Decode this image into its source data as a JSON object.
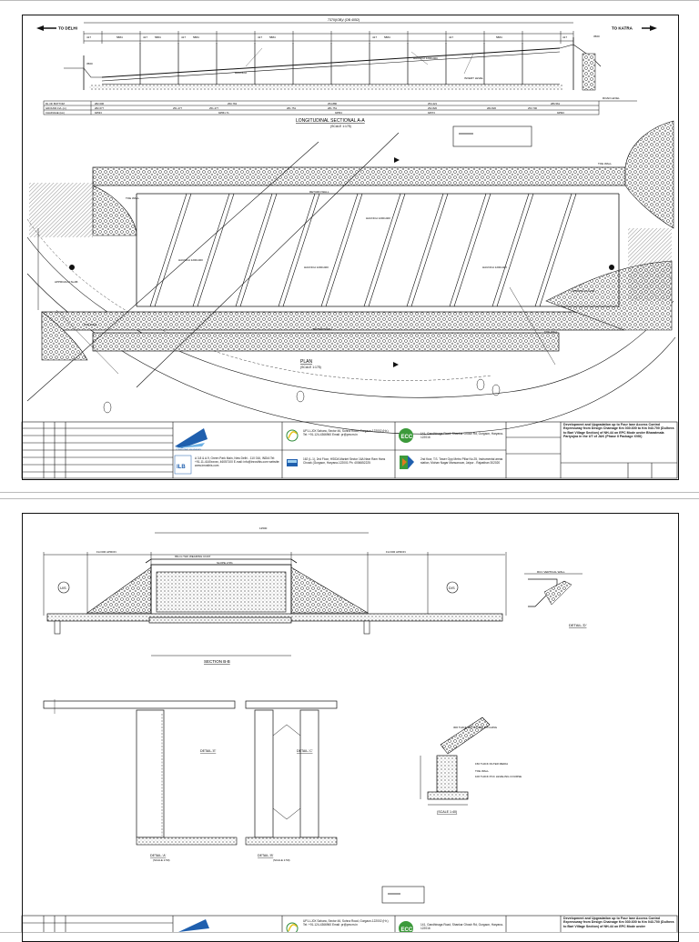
{
  "sheet1": {
    "top_dimension": "7370(IOB)/ (OB 4052)",
    "dir_left": "TO DELHI",
    "dir_right": "TO KATRA",
    "span_labels": [
      "417",
      "5884",
      "417",
      "5884",
      "417",
      "5884",
      "417",
      "5884",
      "417",
      "5884",
      "417",
      "5884",
      "417"
    ],
    "profile_labels": {
      "rl_label": "RL OF BOTTOM",
      "ground_label": "GROUND LVL (m)",
      "chainage_label": "CHAINAGE (km)",
      "rl_values": [
        "282.006",
        "250.763",
        "254.880",
        "254.421",
        "286.561"
      ],
      "ground_values": [
        "282.677",
        "251.477",
        "251.477",
        "281.751",
        "281.751",
        "252.820",
        "282.820",
        "253.700"
      ],
      "chainage_values": [
        "94533",
        "94551.71",
        "94554",
        "94573",
        "94593"
      ]
    },
    "section_title": "LONGITUDINAL SECTIONAL A-A",
    "section_scale": "(SCALE 1:175)",
    "plan_title": "PLAN",
    "plan_scale": "(SCALE 1:175)",
    "plan_labels": {
      "toe_wall": "TOE WALL",
      "approach_slab": "APPROACH SLAB",
      "return_wall": "RETURN WALL",
      "haunch": "HAUNCH 1200x400"
    }
  },
  "sheet2": {
    "top_dim": "12500",
    "section_title": "SECTION B-B",
    "detail_labels": [
      "DETAIL-'D'",
      "DETAIL-'A'",
      "DETAIL-'B'",
      "DETAIL-'C'",
      "DETAIL-'E'"
    ],
    "detail_scale": "(SCALE 1:50)",
    "ds": "D/S",
    "us": "U/S",
    "floor_apron": "FLOOR APRON",
    "wearing_coat": "65mm THK WEARING COAT",
    "slope": "SLOPE 2.5%",
    "rcc_label": "RCC VERTICAL WALL",
    "scale_140": "(SCALE 1:40)",
    "stone_pitching": "300 THICK DRY STONE PITCHING",
    "filter_media": "150 THICK FILTER MEDIA",
    "toe_wall_2": "TOE WALL",
    "pcc_course": "100 THICK PCC LEVELING COURSE"
  },
  "title_block": {
    "company1_address": "UP1-LJ0X Sahara, Sector 46, Sohna Road, Gurgaon-122002 (Hr.) Tel: +91-124-4366960 Email: pr@pmcm.in",
    "company1_address_b": "162 (L-1), 2nd Floor, HSIDA Market Sector 16A Near Ram Hans Chowk (Gurgaon, Haryana-122001 Ph: 4006652225",
    "ecc_address": "141, Gandhinaga Road, Shankar Ghosh Rd, Gurgaon, Haryana-122016",
    "ecc_address_b": "2nd floor, T.S. Tower Opp Metro Pillar No.25, Instrumental areas station, Mohan Nagar Mansarovar, Jaipur - Rajasthan 302020",
    "address_line_2": "A 3.8 & A.9, Green Park Main, New Delhi - 110 016, INDIA Tel: +91-11-4140xxxxx, 46057100 E-mail: info@inrosthis.com website: www.inrosthis.com",
    "project_title": "Development and Upgradation up to Four lane Access Control Expressway from Design Chainage Km 030.600 to Km 043.700 (Dulhera to Bari Village Section) of NH-44 on EPC Mode under Bharatmala Pariyojna in the UT of J&K (Phase II Package XVIII)",
    "project_title_b": "Development and Upgradation up to Four lane Access Control Expressway from Design Chainage Km 030.600 to Km 043.700 (Dulhera to Bari Village Section) of NH-44 on EPC Mode under"
  },
  "colors": {
    "ink": "#111111",
    "logo_blue": "#1f5fae",
    "logo_green": "#3c9a3b",
    "logo_yellow": "#e8c21a",
    "logo_orange": "#e07a1f"
  }
}
